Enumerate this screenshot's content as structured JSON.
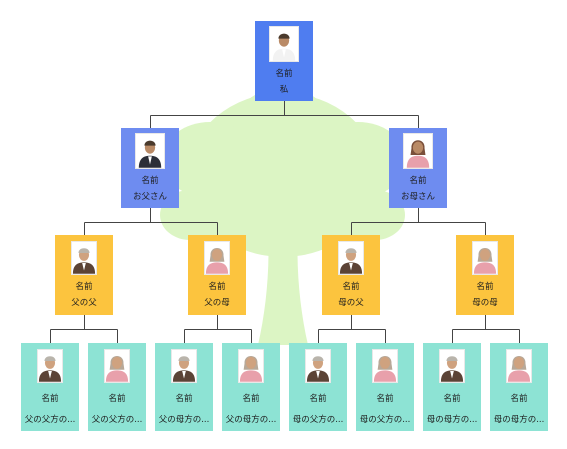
{
  "colors": {
    "root": "#4f7df0",
    "parent": "#6e8cf0",
    "grandparent": "#fcc43e",
    "great": "#8de3d4",
    "line": "#444444",
    "tree": "#dcf5c4"
  },
  "root": {
    "name": "名前",
    "role": "私",
    "gender": "male",
    "age": "young"
  },
  "parents": [
    {
      "name": "名前",
      "role": "お父さん",
      "gender": "male",
      "age": "adult"
    },
    {
      "name": "名前",
      "role": "お母さん",
      "gender": "female",
      "age": "adult"
    }
  ],
  "grandparents": [
    {
      "name": "名前",
      "role": "父の父",
      "gender": "male",
      "age": "old"
    },
    {
      "name": "名前",
      "role": "父の母",
      "gender": "female",
      "age": "old"
    },
    {
      "name": "名前",
      "role": "母の父",
      "gender": "male",
      "age": "old"
    },
    {
      "name": "名前",
      "role": "母の母",
      "gender": "female",
      "age": "old"
    }
  ],
  "great_grandparents": [
    {
      "name": "名前",
      "role": "父の父方の...",
      "gender": "male",
      "age": "old"
    },
    {
      "name": "名前",
      "role": "父の父方の...",
      "gender": "female",
      "age": "old"
    },
    {
      "name": "名前",
      "role": "父の母方の...",
      "gender": "male",
      "age": "old"
    },
    {
      "name": "名前",
      "role": "父の母方の...",
      "gender": "female",
      "age": "old"
    },
    {
      "name": "名前",
      "role": "母の父方の...",
      "gender": "male",
      "age": "old"
    },
    {
      "name": "名前",
      "role": "母の父方の...",
      "gender": "female",
      "age": "old"
    },
    {
      "name": "名前",
      "role": "母の母方の...",
      "gender": "male",
      "age": "old"
    },
    {
      "name": "名前",
      "role": "母の母方の...",
      "gender": "female",
      "age": "old"
    }
  ]
}
